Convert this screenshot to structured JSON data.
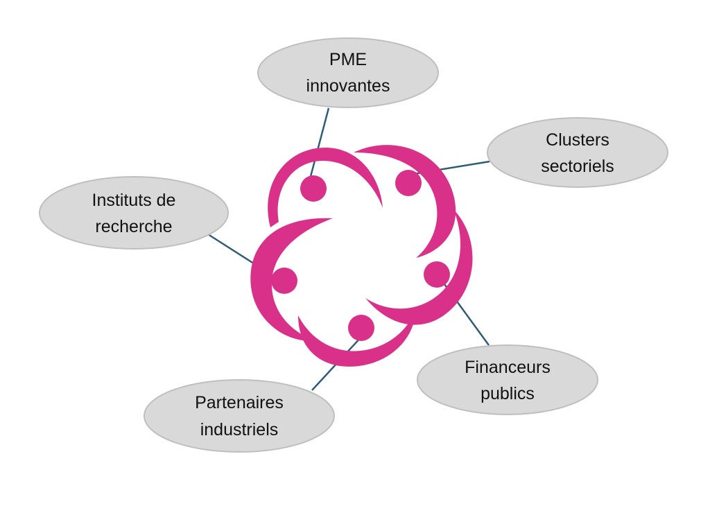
{
  "colors": {
    "accent": "#D9318A",
    "connector": "#2E5C78",
    "bubble_fill": "#D9D9D9",
    "bubble_stroke": "#BFBFBF",
    "text": "#111111"
  },
  "center_icon": "people-circle-icon",
  "stakeholders": [
    {
      "id": "pme",
      "line1": "PME",
      "line2": "innovantes"
    },
    {
      "id": "clusters",
      "line1": "Clusters",
      "line2": "sectoriels"
    },
    {
      "id": "instituts",
      "line1": "Instituts de",
      "line2": "recherche"
    },
    {
      "id": "financeurs",
      "line1": "Financeurs",
      "line2": "publics"
    },
    {
      "id": "partenaires",
      "line1": "Partenaires",
      "line2": "industriels"
    }
  ]
}
